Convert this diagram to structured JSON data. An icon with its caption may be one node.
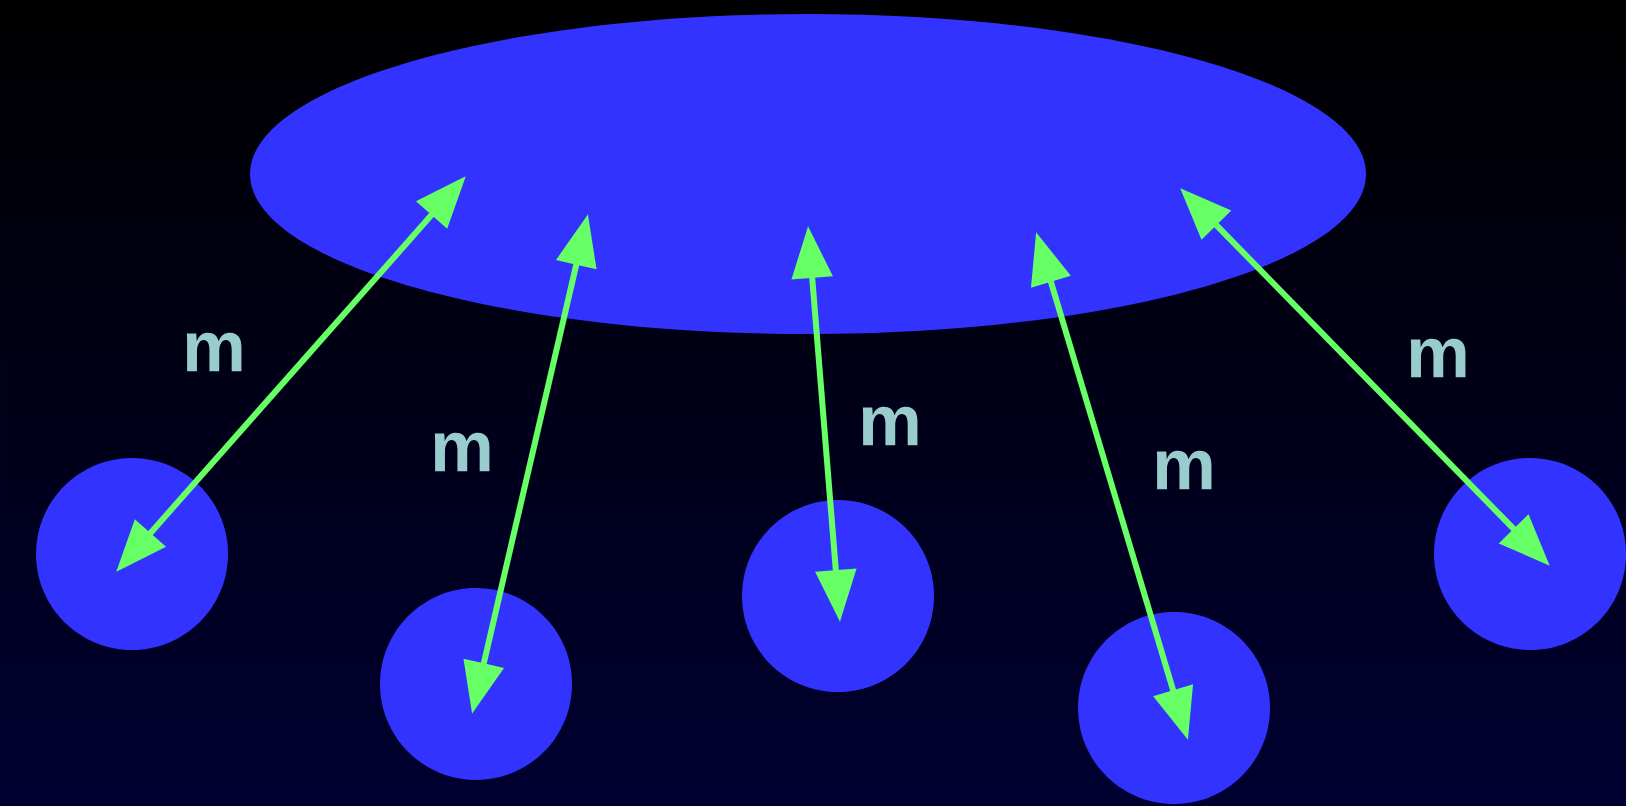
{
  "diagram": {
    "nodes": [
      {
        "text": [],
        "shape": "ellipse"
      },
      {
        "text": [],
        "shape": "circle"
      },
      {
        "text": [],
        "shape": "circle"
      },
      {
        "text": [],
        "shape": "circle"
      },
      {
        "text": [],
        "shape": "circle"
      },
      {
        "text": [],
        "shape": "circle"
      }
    ],
    "edges": [
      {
        "from": 0,
        "to": 1,
        "arrow": "both",
        "label": "m"
      },
      {
        "from": 0,
        "to": 2,
        "arrow": "both",
        "label": "m"
      },
      {
        "from": 0,
        "to": 3,
        "arrow": "both",
        "label": "m"
      },
      {
        "from": 0,
        "to": 4,
        "arrow": "both",
        "label": "m"
      },
      {
        "from": 0,
        "to": 5,
        "arrow": "both",
        "label": "m"
      }
    ]
  }
}
